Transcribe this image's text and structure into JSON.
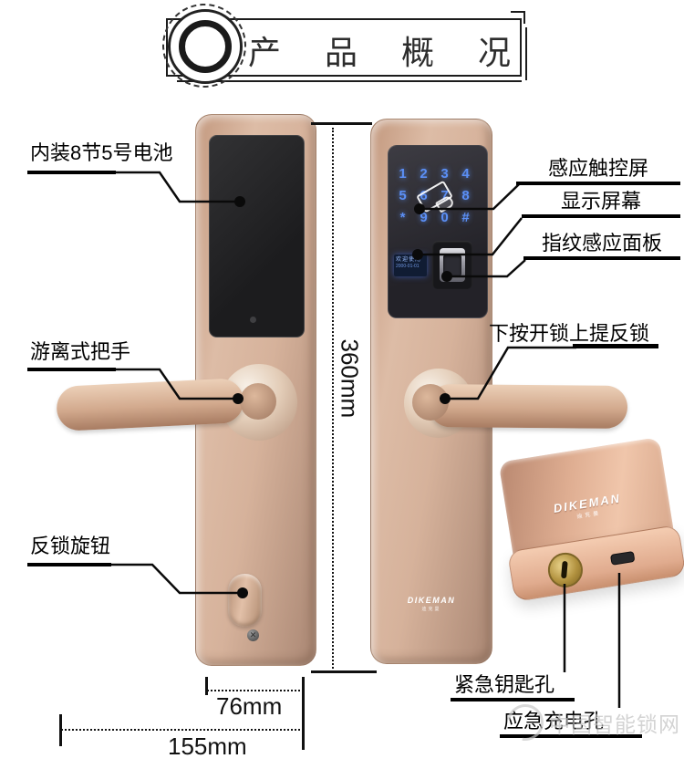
{
  "header": {
    "title": "产品概况"
  },
  "callouts": {
    "left": [
      {
        "label": "内装8节5号电池"
      },
      {
        "label": "游离式把手"
      },
      {
        "label": "反锁旋钮"
      }
    ],
    "right": [
      {
        "label": "感应触控屏"
      },
      {
        "label": "显示屏幕"
      },
      {
        "label": "指纹感应面板"
      },
      {
        "label": "下按开锁上提反锁"
      }
    ],
    "bottom": [
      {
        "label": "紧急钥匙孔"
      },
      {
        "label": "应急充电孔"
      }
    ]
  },
  "dimensions": {
    "height": "360mm",
    "panel_width": "76mm",
    "total_width": "155mm"
  },
  "lock": {
    "keypad": {
      "keys": [
        "1",
        "2",
        "3",
        "4",
        "5",
        "6",
        "7",
        "8",
        "*",
        "9",
        "0",
        "#"
      ]
    },
    "screen": {
      "line1": "欢迎使用",
      "line2": "2000-01-01"
    },
    "brand": "DIKEMAN",
    "brand_cn": "迪克曼"
  },
  "watermark": "中国智能锁网",
  "colors": {
    "body_gold": "#d4ac93",
    "keypad_blue": "#5b8ff5",
    "line_black": "#111111",
    "keyhole_brass": "#b2923f"
  }
}
